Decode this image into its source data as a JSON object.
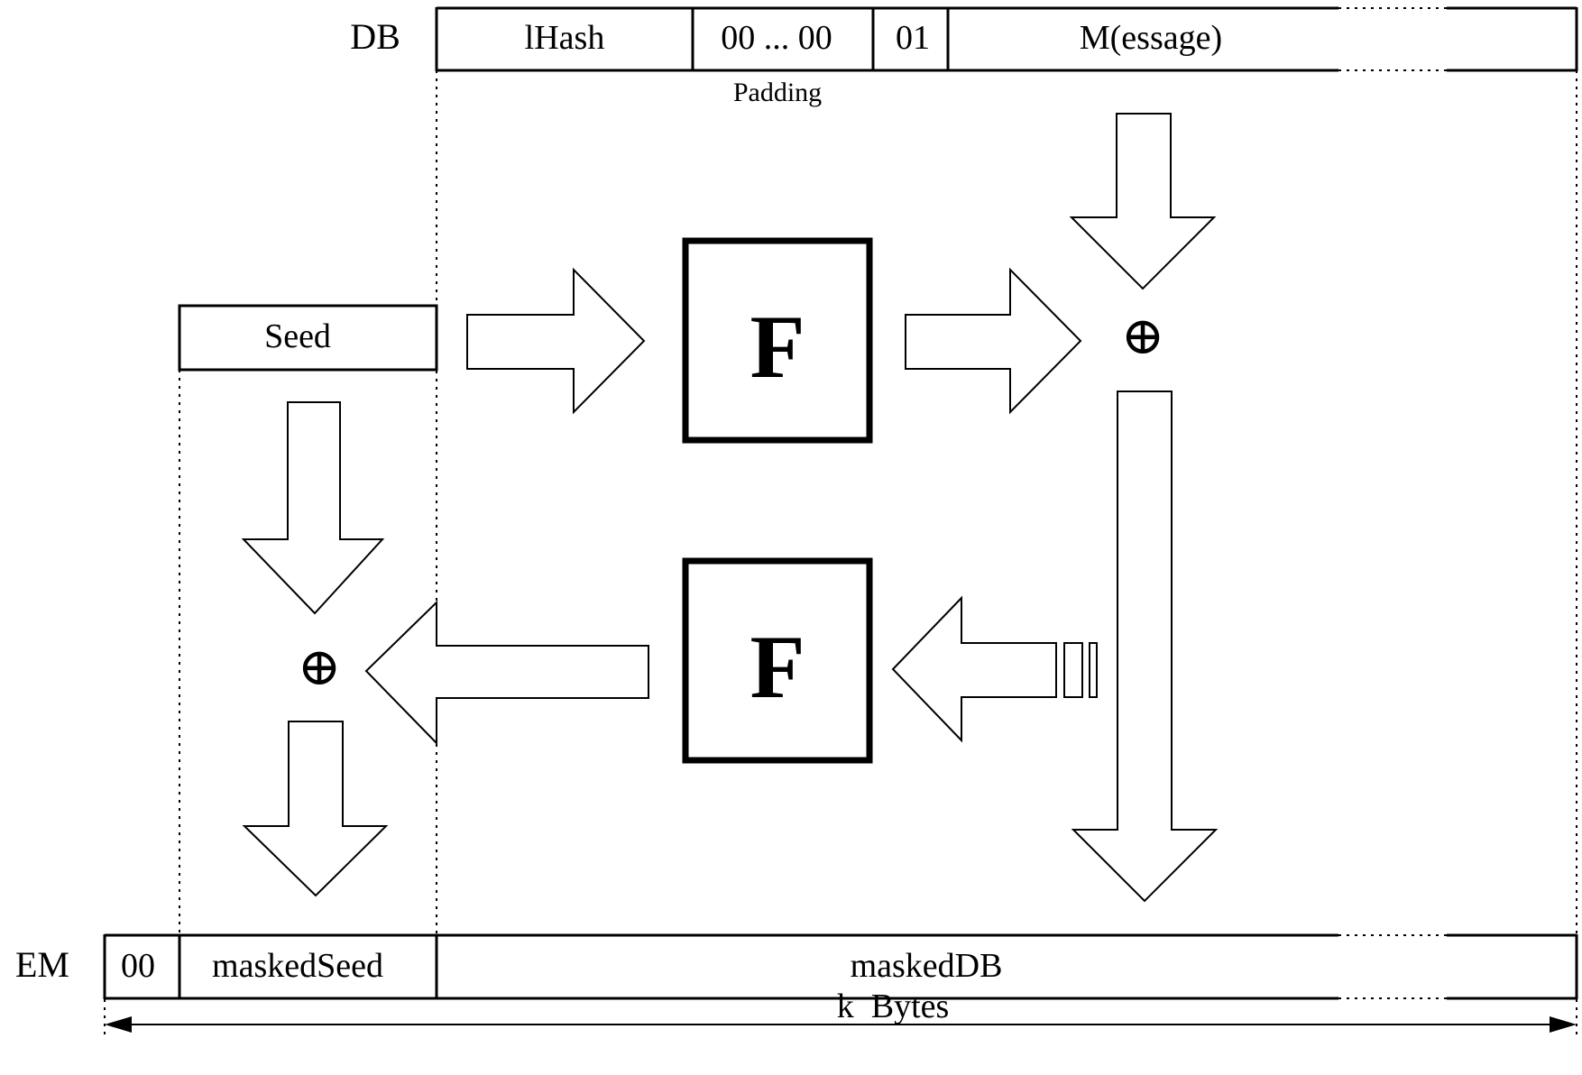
{
  "db": {
    "label": "DB",
    "fields": [
      "lHash",
      "00 ... 00",
      "01",
      "M(essage)"
    ],
    "padding_label": "Padding"
  },
  "seed": {
    "label": "Seed"
  },
  "function": {
    "label": "F"
  },
  "xor_symbol": "⊕",
  "em": {
    "label": "EM",
    "fields": [
      "00",
      "maskedSeed",
      "maskedDB"
    ]
  },
  "length_label": "k  Bytes"
}
